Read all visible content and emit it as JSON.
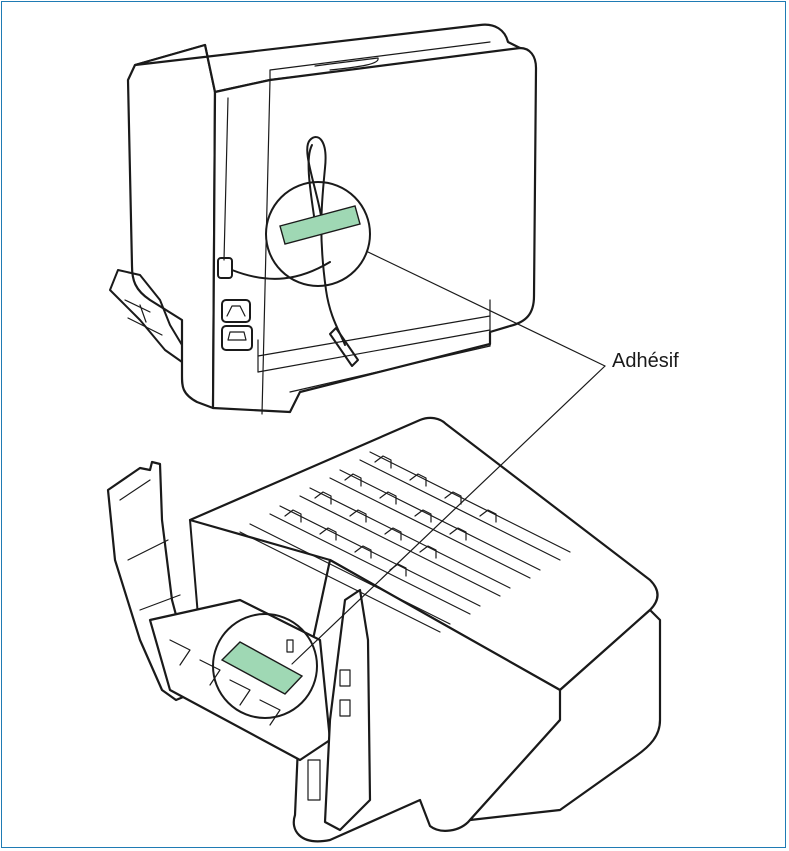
{
  "callout": {
    "label": "Adhésif"
  },
  "colors": {
    "tape": "#9fd8b4",
    "frame_border": "#1f7bb4",
    "line": "#1a1a1a"
  },
  "parts": [
    {
      "name": "printer-rear",
      "icon": "printer-back-icon"
    },
    {
      "name": "duplex-unit",
      "icon": "duplex-unit-icon"
    }
  ]
}
